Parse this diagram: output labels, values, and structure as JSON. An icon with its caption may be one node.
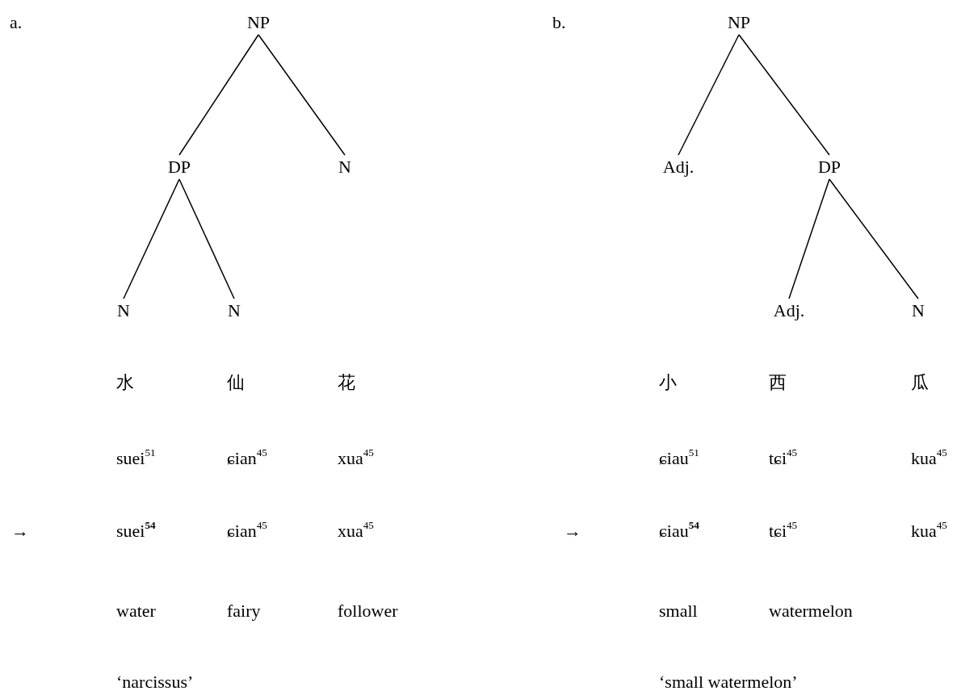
{
  "diagram": {
    "nodes": [
      {
        "text": [
          "NP"
        ]
      },
      {
        "text": [
          "DP"
        ]
      },
      {
        "text": [
          "N"
        ]
      },
      {
        "text": [
          "N"
        ]
      },
      {
        "text": [
          "N"
        ]
      },
      {
        "text": [
          "NP"
        ]
      },
      {
        "text": [
          "Adj."
        ]
      },
      {
        "text": [
          "DP"
        ]
      },
      {
        "text": [
          "Adj."
        ]
      },
      {
        "text": [
          "N"
        ]
      }
    ],
    "edges": [
      {
        "from": 0,
        "to": 1,
        "arrow": "none"
      },
      {
        "from": 0,
        "to": 2,
        "arrow": "none"
      },
      {
        "from": 1,
        "to": 3,
        "arrow": "none"
      },
      {
        "from": 1,
        "to": 4,
        "arrow": "none"
      },
      {
        "from": 5,
        "to": 6,
        "arrow": "none"
      },
      {
        "from": 5,
        "to": 7,
        "arrow": "none"
      },
      {
        "from": 7,
        "to": 8,
        "arrow": "none"
      },
      {
        "from": 7,
        "to": 9,
        "arrow": "none"
      }
    ],
    "labels": [
      "a.",
      "b.",
      "水",
      "仙",
      "花",
      "小",
      "西",
      "瓜",
      "suei$^{51}$",
      "ɕian$^{45}$",
      "xua$^{45}$",
      "ɕiau$^{51}$",
      "tɕi$^{45}$",
      "kua$^{45}$",
      "→",
      "suei$^{54}$",
      "ɕian$^{45}$",
      "xua$^{45}$",
      "→",
      "ɕiau$^{54}$",
      "tɕi$^{45}$",
      "kua$^{45}$",
      "water",
      "fairy",
      "follower",
      "small",
      "watermelon",
      "‘narcissus’",
      "‘small watermelon’"
    ]
  }
}
